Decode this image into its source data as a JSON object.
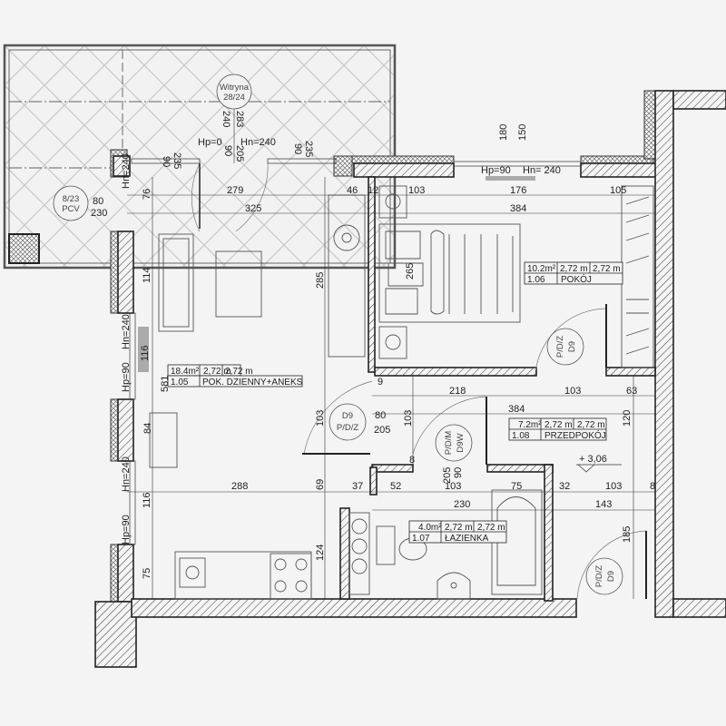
{
  "plan": {
    "title": "Floor plan",
    "colors": {
      "background": "#f4f4f4",
      "lines": "#222222",
      "window_fill": "#aaaaaa"
    }
  },
  "rooms": [
    {
      "area": "18.4m²",
      "height1": "2,72 m",
      "height2": "2,72 m",
      "number": "1.05",
      "name": "POK. DZIENNY+ANEKS"
    },
    {
      "area": "10.2m²",
      "height1": "2,72 m",
      "height2": "2,72 m",
      "number": "1.06",
      "name": "POKÓJ"
    },
    {
      "area": "7.2m²",
      "height1": "2,72 m",
      "height2": "2,72 m",
      "number": "1.08",
      "name": "PRZEDPOKÓJ"
    },
    {
      "area": "4.0m²",
      "height1": "2,72 m",
      "height2": "2,72 m",
      "number": "1.07",
      "name": "ŁAZIENKA"
    }
  ],
  "tags": {
    "witryna": [
      "Witryna",
      "28/24"
    ],
    "pcv": [
      "8/23",
      "PCV"
    ],
    "door1": [
      "D9",
      "P/D/Z"
    ],
    "door2": [
      "P/D/M",
      "D9W"
    ],
    "door3": [
      "P/D/Z",
      "D9"
    ],
    "door4": [
      "P/D/Z",
      "D9"
    ]
  },
  "elevation": "+ 3,06",
  "dimensions": [
    "90",
    "235",
    "Hp=0",
    "Hn=240",
    "240",
    "283",
    "90",
    "205",
    "90",
    "235",
    "180",
    "150",
    "Hp=90",
    "Hn= 240",
    "279",
    "46",
    "12",
    "103",
    "176",
    "105",
    "325",
    "384",
    "80",
    "230",
    "76",
    "Hn=240",
    "114",
    "285",
    "265",
    "Hn=240",
    "116",
    "Hp=90",
    "581",
    "9",
    "218",
    "103",
    "63",
    "384",
    "120",
    "103",
    "103",
    "80",
    "205",
    "84",
    "8",
    "288",
    "69",
    "37",
    "52",
    "103",
    "75",
    "32",
    "103",
    "8",
    "230",
    "143",
    "Hn=240",
    "116",
    "Hp=90",
    "75",
    "124",
    "185",
    "205",
    "90"
  ]
}
